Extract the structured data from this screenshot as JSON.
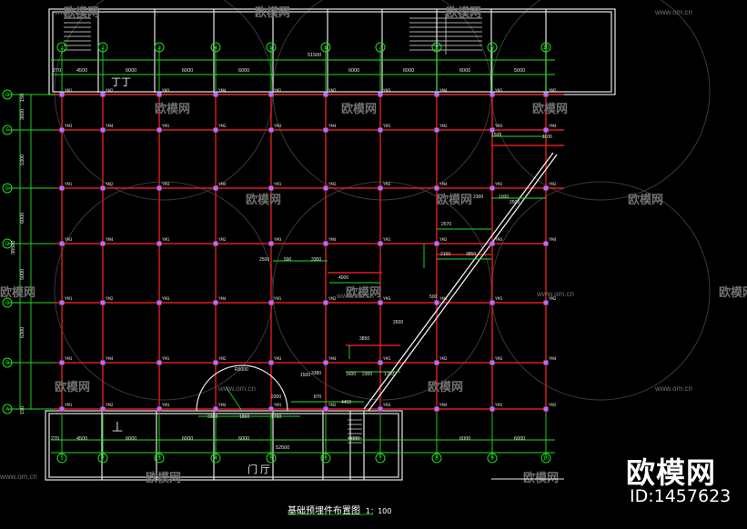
{
  "drawing": {
    "title": "基础预埋件布置图",
    "scale": "1：100",
    "colors": {
      "background": "#000000",
      "grid_red": "#e01e1e",
      "dimension_green": "#1ee01e",
      "wall_white": "#e6e6e6",
      "marker_purple": "#b070ff",
      "watermark": "#606060"
    },
    "room_labels": {
      "top_stair": "丁丁",
      "bottom_stair": "丄",
      "entrance_hall": "门 厅"
    },
    "axis_top": [
      "1",
      "2",
      "3",
      "4",
      "5",
      "6",
      "7",
      "8",
      "9",
      "10"
    ],
    "axis_bottom": [
      "1",
      "2",
      "3",
      "4",
      "5",
      "6",
      "7",
      "8",
      "9",
      "10"
    ],
    "axis_left": [
      "G",
      "F",
      "E",
      "D",
      "C",
      "B",
      "A"
    ],
    "top_total_dim": "51500",
    "bottom_total_dim": "52500",
    "top_dims": [
      "270",
      "4500",
      "6000",
      "6000",
      "6000",
      "6000",
      "6000",
      "6000",
      "5000"
    ],
    "bottom_dims": [
      "270",
      "4500",
      "6000",
      "6000",
      "6000",
      "6000",
      "6000",
      "6000"
    ],
    "left_dims": [
      "150",
      "3600",
      "5300",
      "6000",
      "5000",
      "6300",
      "150"
    ],
    "left_total_dim": "38500",
    "interior_dims": [
      "2570",
      "2150",
      "3850",
      "4000",
      "3850",
      "2300",
      "1600",
      "1720",
      "3380",
      "4450",
      "870",
      "2300",
      "3300",
      "1860",
      "1760",
      "2300",
      "1000",
      "2500",
      "2500",
      "590",
      "3300",
      "1500",
      "1500",
      "1100",
      "500",
      "2600",
      "R5000"
    ],
    "tag_labels": [
      "YM1",
      "YM2",
      "YM3",
      "YM4"
    ]
  },
  "watermark": {
    "text": "欧模网",
    "url": "www.om.cn",
    "logo_text": "欧模网",
    "id_text": "ID:1457623"
  }
}
